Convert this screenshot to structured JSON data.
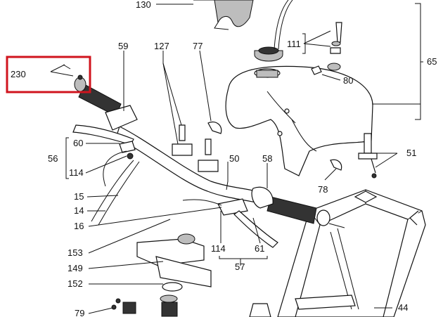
{
  "highlight_color": "#d0141e",
  "labels": {
    "l130": "130",
    "l59": "59",
    "l127": "127",
    "l77": "77",
    "l111": "111",
    "l65": "65",
    "l80": "80",
    "l230": "230",
    "l60": "60",
    "l56": "56",
    "l114a": "114",
    "l50": "50",
    "l58": "58",
    "l51": "51",
    "l78": "78",
    "l15": "15",
    "l14": "14",
    "l16": "16",
    "l153": "153",
    "l149": "149",
    "l152": "152",
    "l79": "79",
    "l114b": "114",
    "l61": "61",
    "l57": "57",
    "l44": "44"
  }
}
